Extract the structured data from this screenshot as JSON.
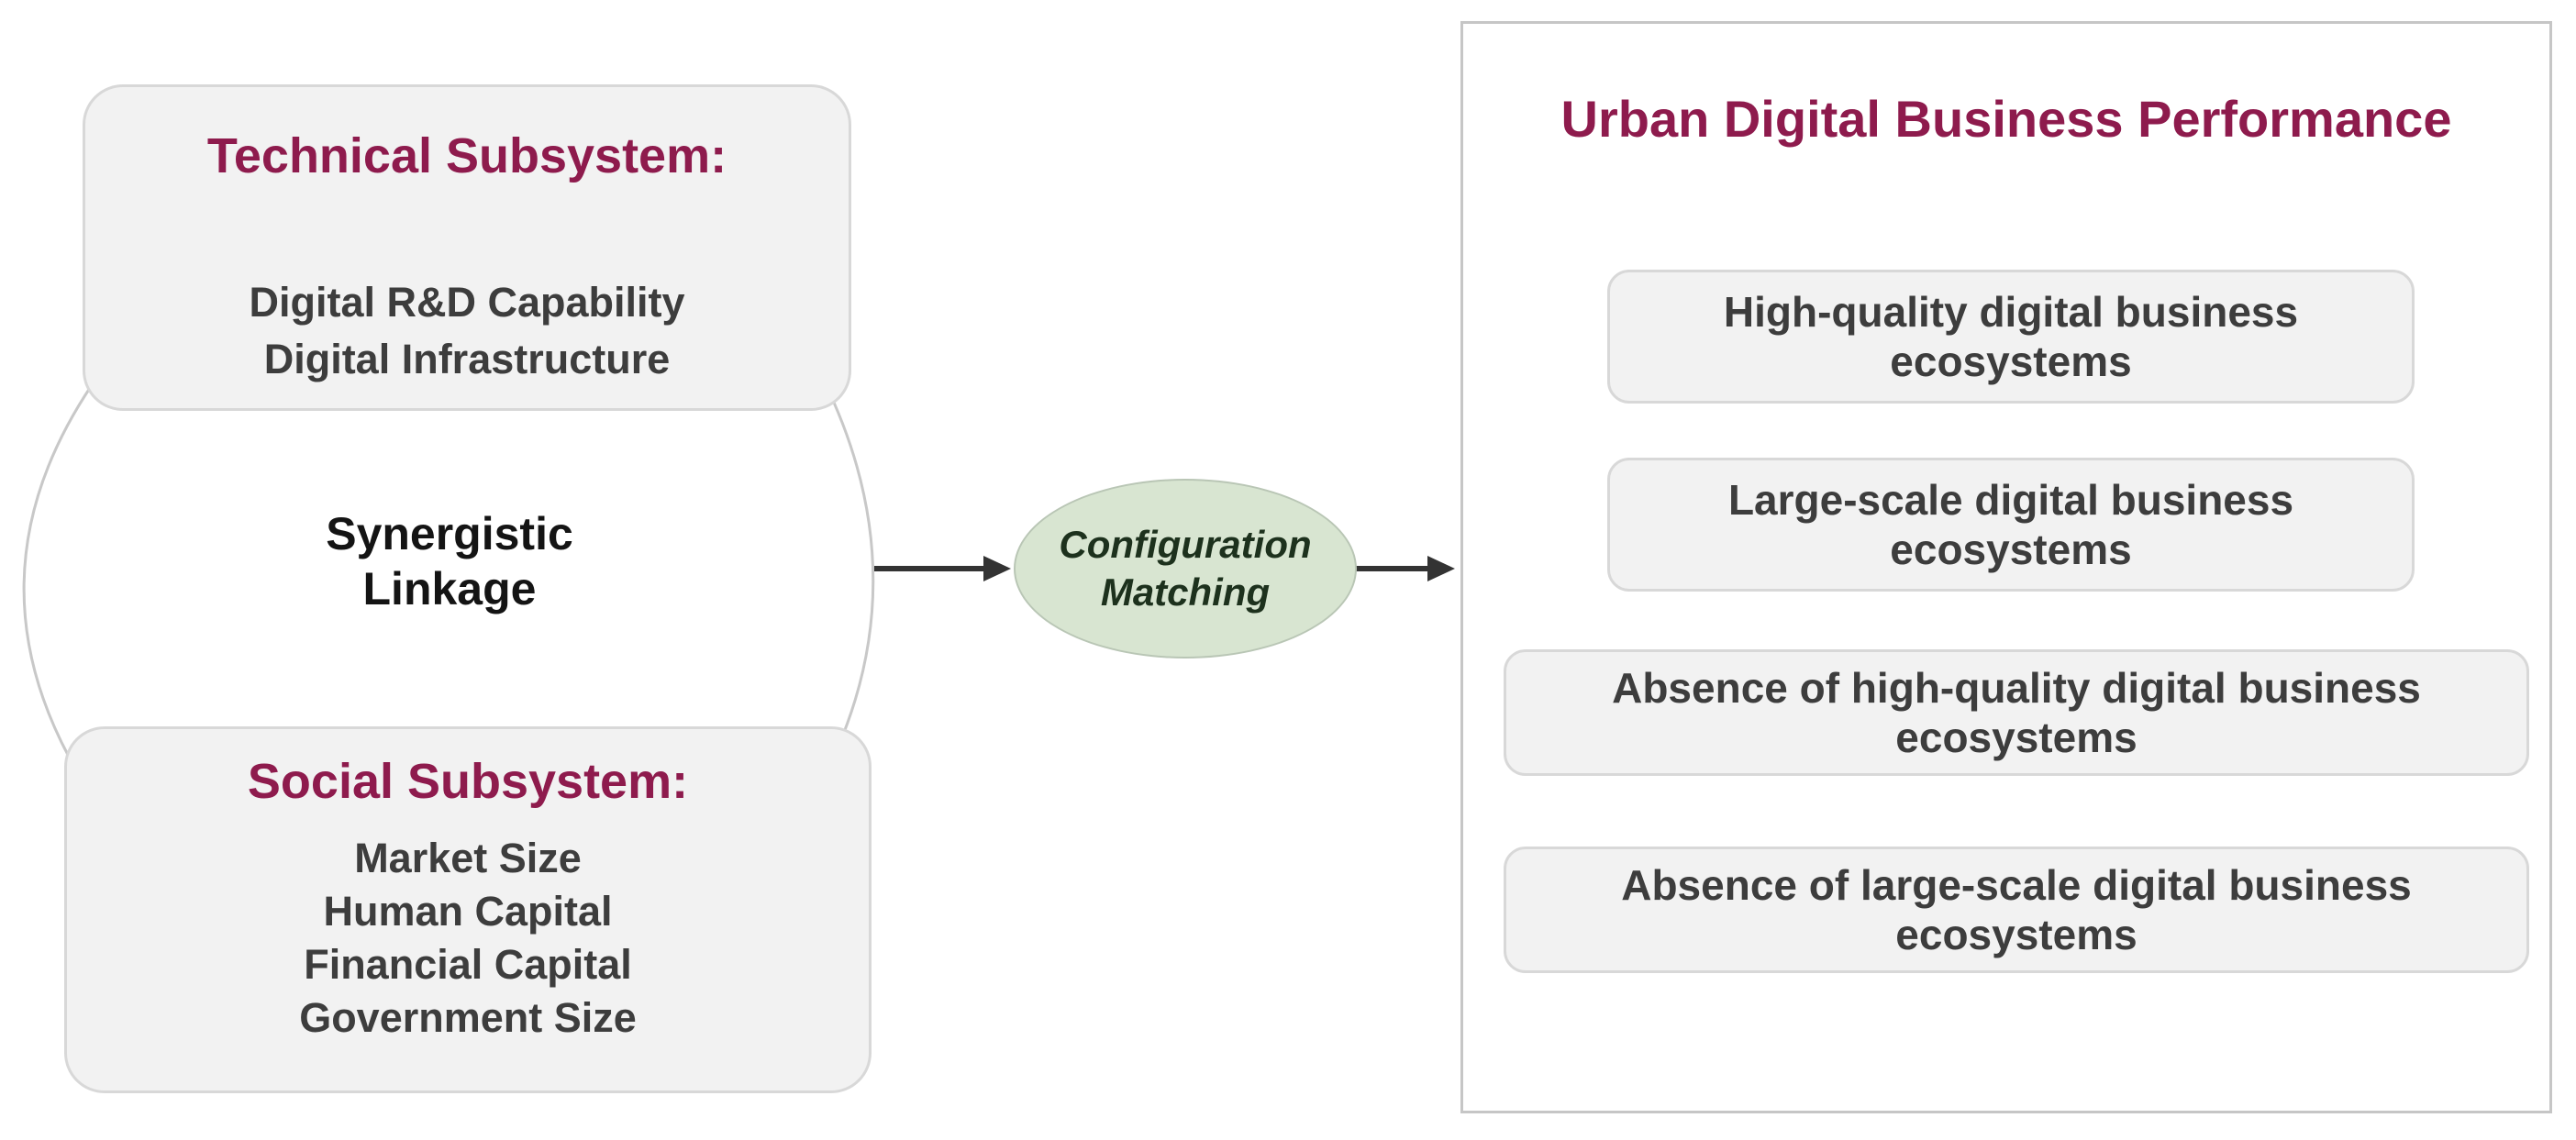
{
  "colors": {
    "maroon": "#8e1b4d",
    "dark_text": "#3d3d3d",
    "black_text": "#141414",
    "box_fill": "#f2f2f2",
    "box_border": "#d8d8d8",
    "panel_border": "#c6c6c6",
    "curve_gray": "#c8c8c8",
    "arrow": "#333333",
    "ellipse_fill": "#d8e5d1",
    "ellipse_border": "#b9c6b5",
    "ellipse_text": "#1d311d"
  },
  "technical_subsystem": {
    "title": "Technical Subsystem:",
    "items": [
      "Digital R&D Capability",
      "Digital Infrastructure"
    ]
  },
  "linkage": {
    "line1": "Synergistic",
    "line2": "Linkage"
  },
  "social_subsystem": {
    "title": "Social Subsystem:",
    "items": [
      "Market Size",
      "Human Capital",
      "Financial Capital",
      "Government Size"
    ]
  },
  "process": {
    "line1": "Configuration",
    "line2": "Matching"
  },
  "performance_panel": {
    "title": "Urban Digital Business Performance",
    "outcomes": [
      "High-quality digital business ecosystems",
      "Large-scale digital business ecosystems",
      "Absence of high-quality digital business ecosystems",
      "Absence of large-scale digital business ecosystems"
    ]
  }
}
